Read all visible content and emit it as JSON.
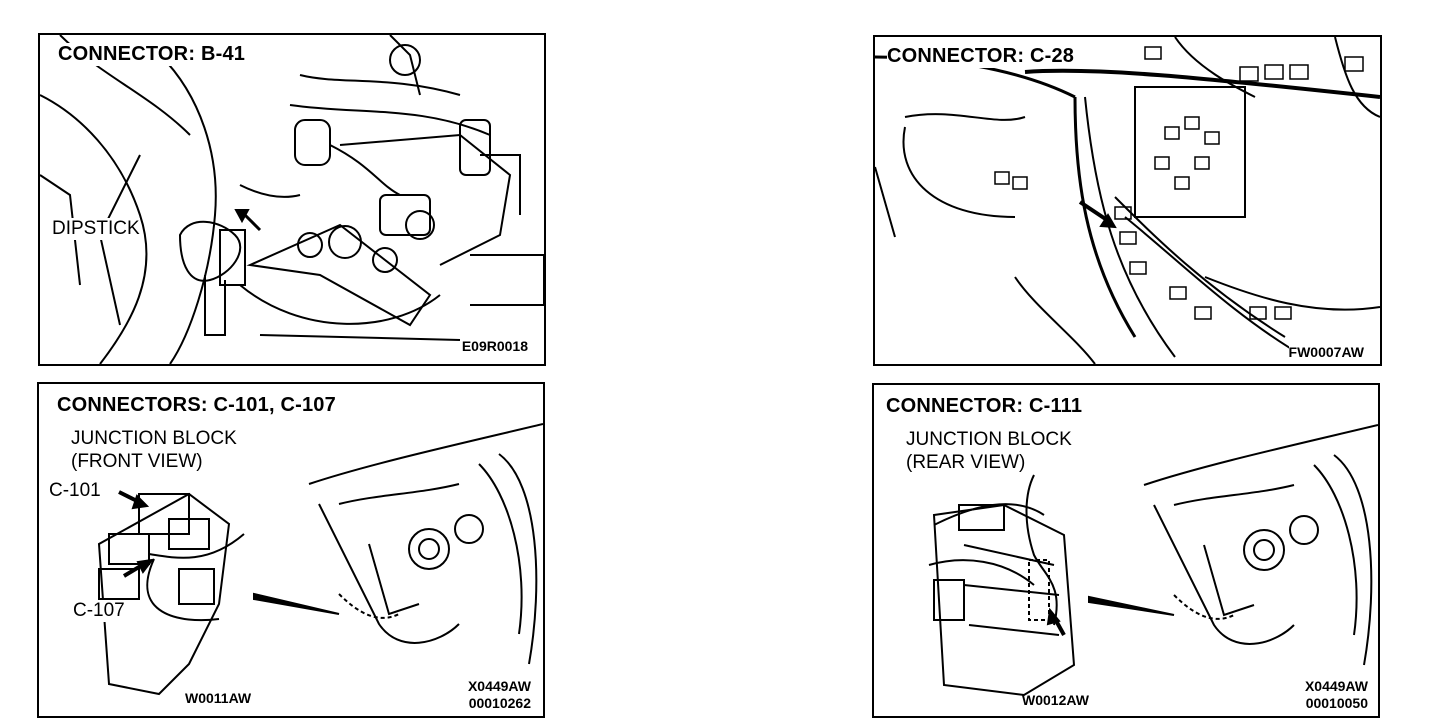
{
  "panels": [
    {
      "id": "b41",
      "title": "CONNECTOR:  B-41",
      "labels": [
        "DIPSTICK"
      ],
      "codes": [
        "E09R0018"
      ]
    },
    {
      "id": "c28",
      "title": "CONNECTOR:  C-28",
      "labels": [],
      "codes": [
        "FW0007AW"
      ]
    },
    {
      "id": "c101",
      "title": "CONNECTORS:  C-101,  C-107",
      "subtitle_lines": [
        "JUNCTION BLOCK",
        "(FRONT VIEW)"
      ],
      "callouts": [
        "C-101",
        "C-107"
      ],
      "codes": [
        "W0011AW",
        "X0449AW",
        "00010262"
      ]
    },
    {
      "id": "c111",
      "title": "CONNECTOR:  C-111",
      "subtitle_lines": [
        "JUNCTION BLOCK",
        "(REAR VIEW)"
      ],
      "codes": [
        "W0012AW",
        "X0449AW",
        "00010050"
      ]
    }
  ]
}
